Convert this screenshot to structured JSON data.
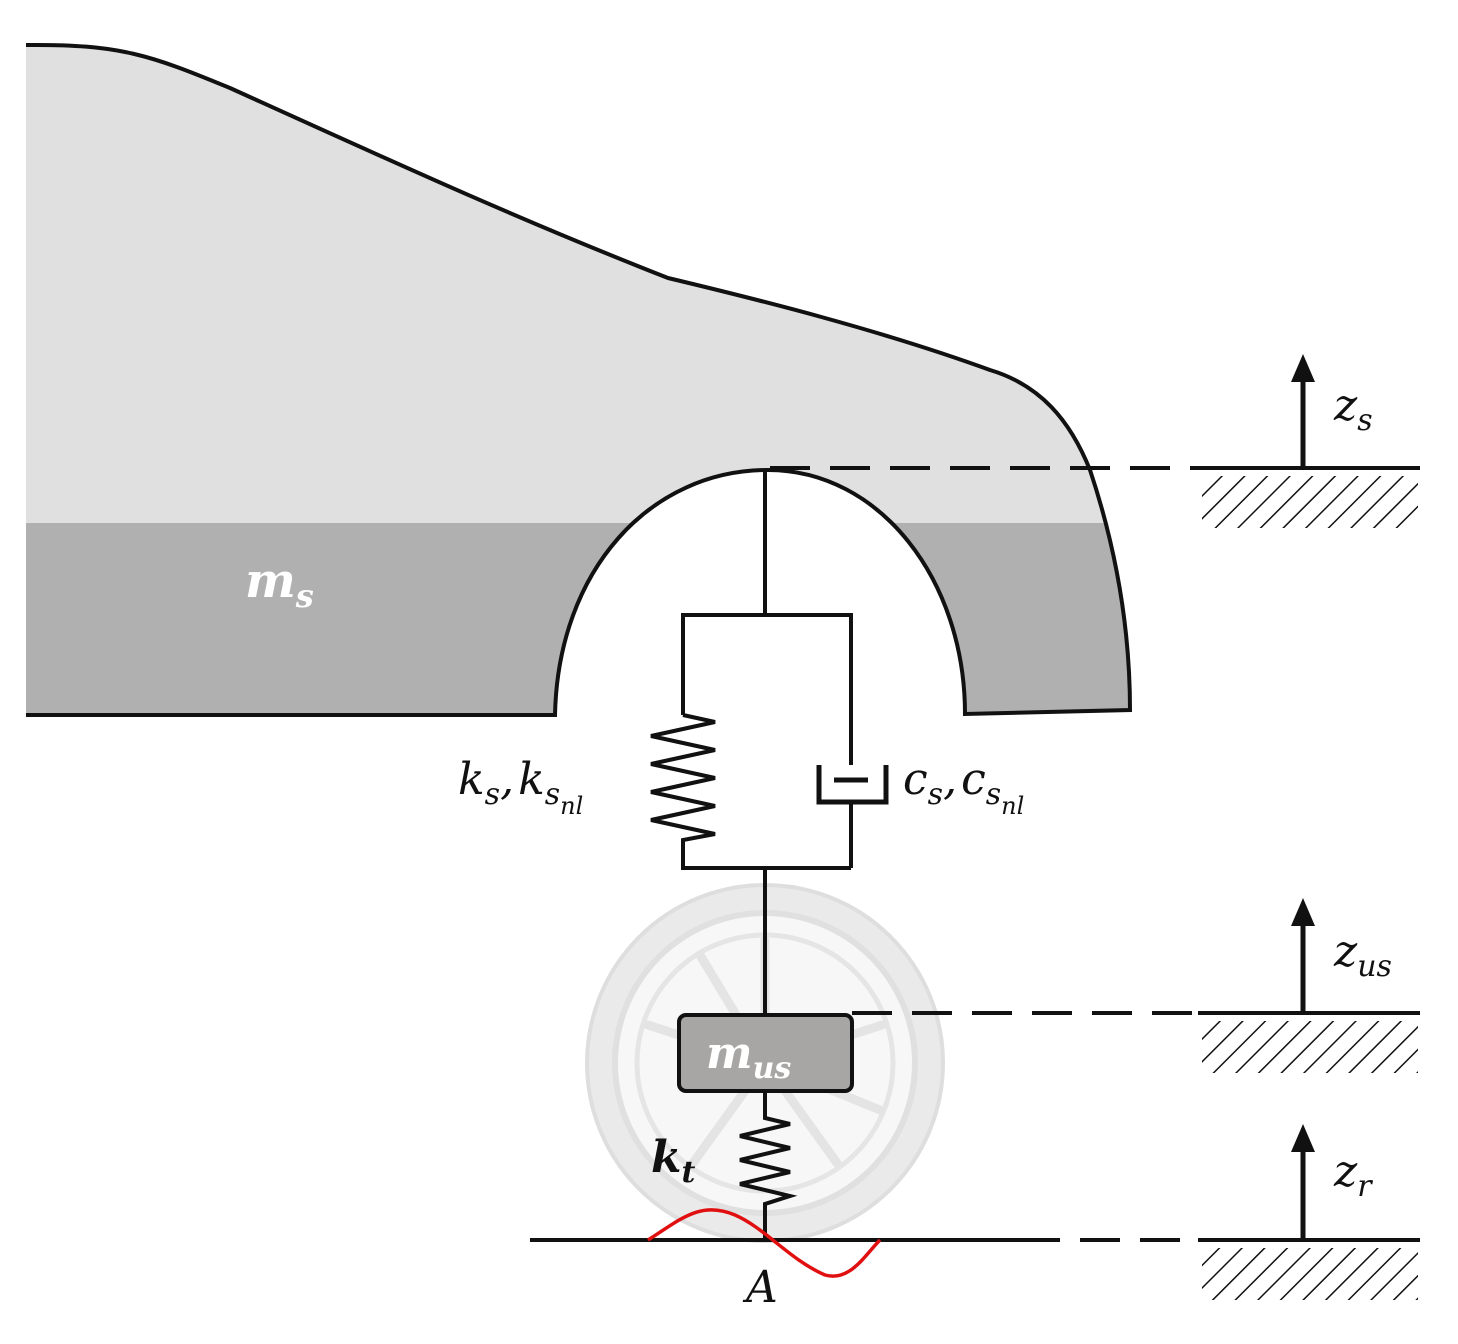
{
  "colors": {
    "body_light": "#e0e0e0",
    "body_dark": "#b0b0b0",
    "outline": "#111111",
    "road_profile": "#e01010",
    "wheel": "#d9d9d9",
    "mass_box": "#a8a5a5"
  },
  "labels": {
    "sprung_mass": {
      "main": "m",
      "sub": "s"
    },
    "unsprung_mass": {
      "main": "m",
      "sub": "us"
    },
    "tire_stiffness": {
      "main": "k",
      "sub": "t"
    },
    "spring": {
      "a_main": "k",
      "a_sub": "s",
      "sep": ",",
      "b_main": "k",
      "b_sub": "s",
      "b_subsub": "nl"
    },
    "damper": {
      "a_main": "c",
      "a_sub": "s",
      "sep": ",",
      "b_main": "c",
      "b_sub": "s",
      "b_subsub": "nl"
    },
    "z_sprung": {
      "main": "z",
      "sub": "s"
    },
    "z_unsprung": {
      "main": "z",
      "sub": "us"
    },
    "z_road": {
      "main": "z",
      "sub": "r"
    },
    "contact_point": "A"
  }
}
